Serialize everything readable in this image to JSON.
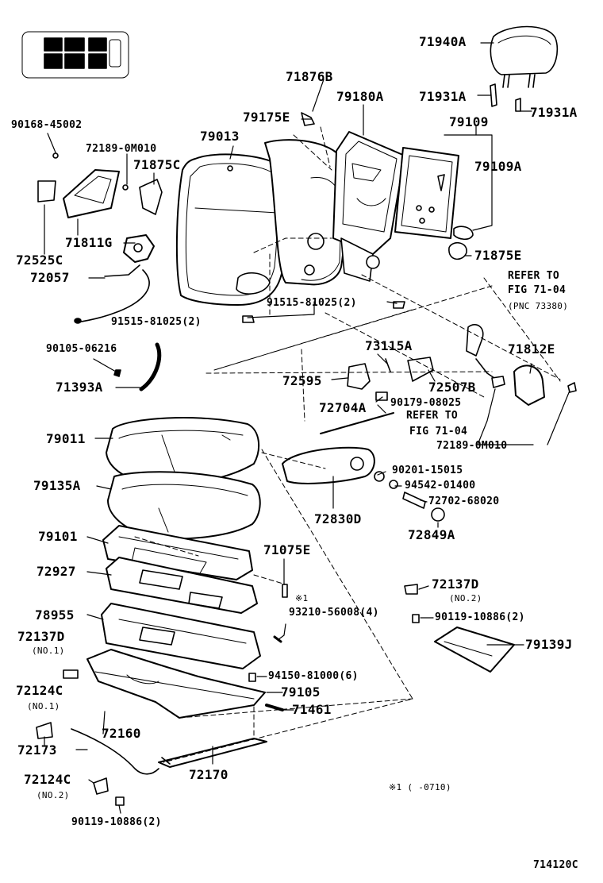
{
  "diagram": {
    "parts": [
      "71940A",
      "71876B",
      "79180A",
      "71931A",
      "79175E",
      "79013",
      "79109",
      "71931A",
      "90168-45002",
      "72189-0M010",
      "71875C",
      "79109A",
      "72525C",
      "71811G",
      "71875E",
      "72057",
      "91515-81025(2)",
      "91515-81025(2)",
      "90105-06216",
      "73115A",
      "71812E",
      "71393A",
      "72595",
      "72507B",
      "90179-08025",
      "72704A",
      "72189-0M010",
      "79011",
      "90201-15015",
      "79135A",
      "94542-01400",
      "72702-68020",
      "72830D",
      "72849A",
      "79101",
      "71075E",
      "72927",
      "72137D",
      "93210-56008(4)",
      "78955",
      "90119-10886(2)",
      "72137D",
      "79139J",
      "94150-81000(6)",
      "79105",
      "72124C",
      "71461",
      "72160",
      "72173",
      "72170",
      "72124C",
      "90119-10886(2)"
    ],
    "notes": {
      "refer_1": [
        "REFER TO",
        "FIG 71-04",
        "(PNC 73380)"
      ],
      "refer_2": [
        "REFER TO",
        "FIG 71-04"
      ],
      "no2_a": "(NO.2)",
      "no1_a": "(NO.1)",
      "no1_b": "(NO.1)",
      "no2_b": "(NO.2)",
      "mark_1": "※1",
      "footnote": "※1 (      -0710)"
    },
    "figure_code": "714120C"
  }
}
